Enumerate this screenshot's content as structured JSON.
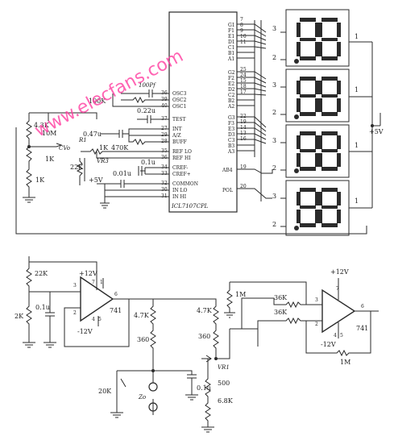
{
  "watermark": "www.elecfans.com",
  "ic": {
    "name": "ICL7107CPL",
    "left_pins": [
      {
        "label": "OSC3",
        "num": "36"
      },
      {
        "label": "OSC2",
        "num": "39"
      },
      {
        "label": "OSC1",
        "num": "40"
      },
      {
        "label": "TEST",
        "num": "37"
      },
      {
        "label": "INT",
        "num": "27"
      },
      {
        "label": "A/Z",
        "num": "29"
      },
      {
        "label": "BUFF",
        "num": "28"
      },
      {
        "label": "REF LO",
        "num": "35"
      },
      {
        "label": "REF HI",
        "num": "36"
      },
      {
        "label": "CREF-",
        "num": "34"
      },
      {
        "label": "CREF+",
        "num": "33"
      },
      {
        "label": "COMMON",
        "num": "32"
      },
      {
        "label": "IN LO",
        "num": "30"
      },
      {
        "label": "IN HI",
        "num": "31"
      }
    ],
    "right_labels_top": [
      "G1",
      "F1",
      "E1",
      "D1",
      "C1",
      "B1",
      "A1"
    ],
    "right_labels_mid": [
      "G2",
      "F2",
      "E2",
      "D2",
      "C2",
      "B2",
      "A2"
    ],
    "right_labels_bot": [
      "G3",
      "F3",
      "E3",
      "D3",
      "C3",
      "B3",
      "A3"
    ],
    "right_pins_top": [
      "7",
      "8",
      "9",
      "10",
      "11"
    ],
    "right_pins_mid": [
      "25",
      "24",
      "15",
      "18",
      "17"
    ],
    "right_pins_bot": [
      "22",
      "19",
      "14",
      "13",
      "16"
    ],
    "ab4": "AB4",
    "ab4_pin": "19",
    "pol": "POL",
    "pol_pin": "20"
  },
  "displays": [
    {
      "pin_top": "3",
      "pin_bottom": "2",
      "pin_right": "1"
    },
    {
      "pin_top": "3",
      "pin_bottom": "2",
      "pin_right": "1"
    },
    {
      "pin_top": "3",
      "pin_bottom": "2",
      "pin_right": "1"
    },
    {
      "pin_top": "3",
      "pin_bottom": "2",
      "pin_right": "1"
    }
  ],
  "supply": "+5V",
  "upper_labels": {
    "c_osc": "100Pf",
    "r_osc": "100K",
    "c_test": "0.22u",
    "c_int": "0.47u",
    "r_buff": "470K",
    "r1": "R1",
    "r1_val": "1K",
    "vr3": "VR3",
    "c_ref": "0.1u",
    "c_common": "0.01u",
    "r22k": "22K",
    "plus5v": "+5V",
    "r43k": "4.3K",
    "r10m": "10M",
    "cvo": "CVo",
    "r1k_a": "1K",
    "r1k_b": "1K"
  },
  "lower_labels": {
    "r22k": "22K",
    "v_pos": "+12V",
    "v_neg": "-12V",
    "p3": "3",
    "p2": "2",
    "p7": "7",
    "p1": "1",
    "p6": "6",
    "p4": "4",
    "p5": "5",
    "op1": "741",
    "c01u": "0.1u",
    "r2k": "2K",
    "r47k_a": "4.7K",
    "r360_a": "360",
    "r47k_b": "4.7K",
    "r360_b": "360",
    "r1m_a": "1M",
    "r36k_a": "36K",
    "r36k_b": "36K",
    "op2": "741",
    "r1m_b": "1M",
    "vr1": "VR1",
    "r500": "500",
    "r68k": "6.8K",
    "c01u_b": "0.1u",
    "r20k": "20K",
    "zo": "Zo",
    "op2_vpos": "+12V",
    "op2_vneg": "-12V",
    "op2_p7": "7",
    "op2_p4": "4",
    "op2_p5": "5",
    "op2_p3": "3",
    "op2_p2": "2",
    "op2_p6": "6"
  }
}
